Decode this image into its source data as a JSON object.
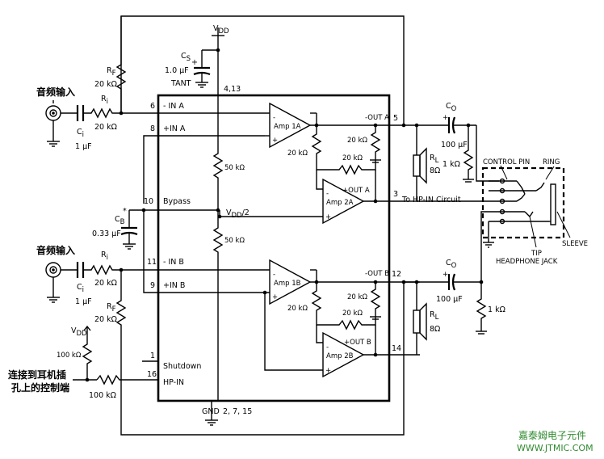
{
  "labels": {
    "vdd_top": "V",
    "vdd_top_sub": "DD",
    "cs_label": "C",
    "cs_sub": "S",
    "cs_plus": "+",
    "cs_value": "1.0 μF",
    "cs_type": "TANT",
    "pins_vdd": "4,13",
    "audio_in_a": "音频输入",
    "audio_in_b": "音频输入",
    "rf_a": "R",
    "rf_a_sub": "F",
    "rf_a_value": "20 kΩ",
    "ri_a": "R",
    "ri_a_sub": "i",
    "ri_a_value": "20 kΩ",
    "ci_a": "C",
    "ci_a_sub": "i",
    "ci_a_value": "1 μF",
    "rf_b": "R",
    "rf_b_sub": "F",
    "rf_b_value": "20 kΩ",
    "ri_b": "R",
    "ri_b_sub": "i",
    "ri_b_value": "20 kΩ",
    "ci_b": "C",
    "ci_b_sub": "i",
    "ci_b_value": "1 μF",
    "pin6": "6",
    "pin6_name": "- IN A",
    "pin8": "8",
    "pin8_name": "+IN A",
    "pin10": "10",
    "pin10_name": "Bypass",
    "pin11": "11",
    "pin11_name": "- IN B",
    "pin9": "9",
    "pin9_name": "+IN B",
    "pin1": "1",
    "pin1_name": "Shutdown",
    "pin16": "16",
    "pin16_name": "HP-IN",
    "cb_label": "C",
    "cb_sub": "B",
    "cb_star": "*",
    "cb_value": "0.33 μF",
    "r50k_top": "50 kΩ",
    "r50k_bot": "50 kΩ",
    "vdd_half": "V",
    "vdd_half_sub": "DD",
    "vdd_half_div": "/2",
    "amp1a": "Amp 1A",
    "amp2a": "Amp 2A",
    "amp1b": "Amp 1B",
    "amp2b": "Amp 2B",
    "r20k_1a": "20 kΩ",
    "r20k_2a_fb": "20 kΩ",
    "r20k_2a_in": "20 kΩ",
    "r20k_1b": "20 kΩ",
    "r20k_2b_fb": "20 kΩ",
    "r20k_2b_in": "20 kΩ",
    "out_a_minus": "-OUT A",
    "out_a_plus": "+OUT  A",
    "out_b_minus": "-OUT B",
    "out_b_plus": "+OUT B",
    "pin5": "5",
    "pin3": "3",
    "pin12": "12",
    "pin14": "14",
    "rl_a": "R",
    "rl_a_sub": "L",
    "rl_a_value": "8Ω",
    "rl_b": "R",
    "rl_b_sub": "L",
    "rl_b_value": "8Ω",
    "co_a": "C",
    "co_a_sub": "O",
    "co_a_value": "100 μF",
    "r1k_a": "1 kΩ",
    "co_b": "C",
    "co_b_sub": "O",
    "co_b_value": "100 μF",
    "r1k_b": "1 kΩ",
    "to_hp_in": "To HP-IN Circuit",
    "control_pin": "CONTROL PIN",
    "ring": "RING",
    "tip": "TIP",
    "sleeve": "SLEEVE",
    "headphone_jack": "HEADPHONE JACK",
    "vdd_left": "V",
    "vdd_left_sub": "DD",
    "r100k_pullup": "100 kΩ",
    "r100k_series": "100 kΩ",
    "hp_control_line1": "连接到耳机插",
    "hp_control_line2": "孔上的控制端",
    "gnd": "GND",
    "gnd_pins": "2, 7, 15",
    "watermark_cn": "嘉泰姆电子元件",
    "watermark_url": "WWW.JTMIC.COM"
  },
  "colors": {
    "line": "#000000",
    "watermark": "#2f8a2f",
    "background": "#ffffff"
  }
}
